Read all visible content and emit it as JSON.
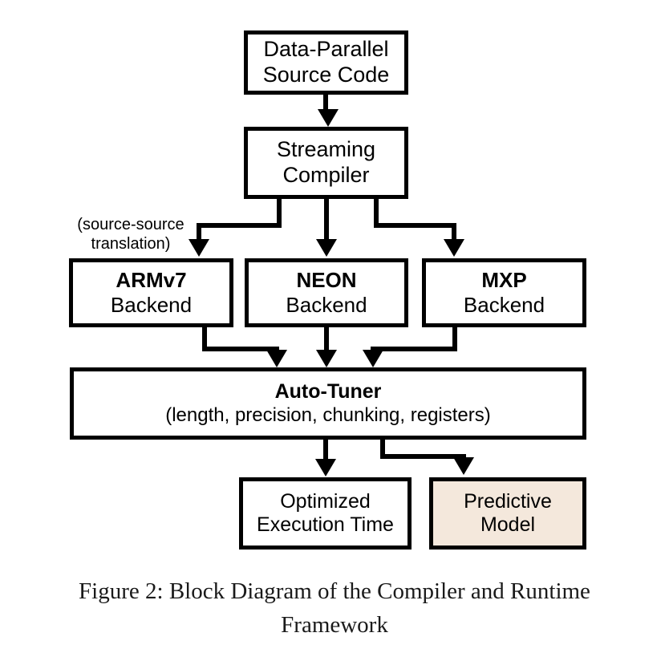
{
  "figure": {
    "caption": "Figure 2: Block Diagram of the Compiler and Runtime Framework",
    "caption_label": "Figure 2:",
    "caption_text": "Block Diagram of the Compiler and Runtime Framework",
    "background_color": "#ffffff",
    "line_color": "#000000"
  },
  "diagram": {
    "type": "flowchart",
    "nodes": [
      {
        "id": "source",
        "lines": [
          "Data-Parallel",
          "Source Code"
        ],
        "line1": "Data-Parallel",
        "line2": "Source Code",
        "fill": "#ffffff",
        "bold_first_line": false
      },
      {
        "id": "compiler",
        "lines": [
          "Streaming",
          "Compiler"
        ],
        "line1": "Streaming",
        "line2": "Compiler",
        "fill": "#ffffff",
        "bold_first_line": false
      },
      {
        "id": "armv7",
        "lines": [
          "ARMv7",
          "Backend"
        ],
        "line1": "ARMv7",
        "line2": "Backend",
        "fill": "#ffffff",
        "bold_first_line": true
      },
      {
        "id": "neon",
        "lines": [
          "NEON",
          "Backend"
        ],
        "line1": "NEON",
        "line2": "Backend",
        "fill": "#ffffff",
        "bold_first_line": true
      },
      {
        "id": "mxp",
        "lines": [
          "MXP",
          "Backend"
        ],
        "line1": "MXP",
        "line2": "Backend",
        "fill": "#ffffff",
        "bold_first_line": true
      },
      {
        "id": "autotuner",
        "lines": [
          "Auto-Tuner",
          "(length, precision, chunking, registers)"
        ],
        "line1": "Auto-Tuner",
        "line2": "(length, precision, chunking, registers)",
        "fill": "#ffffff",
        "bold_first_line": true
      },
      {
        "id": "optimized",
        "lines": [
          "Optimized",
          "Execution Time"
        ],
        "line1": "Optimized",
        "line2": "Execution Time",
        "fill": "#ffffff",
        "bold_first_line": false
      },
      {
        "id": "predictive",
        "lines": [
          "Predictive",
          "Model"
        ],
        "line1": "Predictive",
        "line2": "Model",
        "fill": "#f4e8dc",
        "bold_first_line": false
      }
    ],
    "annotations": [
      {
        "id": "source-source-translation",
        "line1": "(source-source",
        "line2": "translation)",
        "attached_to": "compiler-to-armv7"
      }
    ],
    "edges": [
      {
        "from": "source",
        "to": "compiler",
        "style": "straight-down"
      },
      {
        "from": "compiler",
        "to": "armv7",
        "style": "elbow-left"
      },
      {
        "from": "compiler",
        "to": "neon",
        "style": "straight-down"
      },
      {
        "from": "compiler",
        "to": "mxp",
        "style": "elbow-right"
      },
      {
        "from": "armv7",
        "to": "autotuner",
        "style": "elbow-right"
      },
      {
        "from": "neon",
        "to": "autotuner",
        "style": "straight-down"
      },
      {
        "from": "mxp",
        "to": "autotuner",
        "style": "elbow-left"
      },
      {
        "from": "autotuner",
        "to": "optimized",
        "style": "straight-down"
      },
      {
        "from": "autotuner",
        "to": "predictive",
        "style": "elbow-right"
      }
    ]
  }
}
